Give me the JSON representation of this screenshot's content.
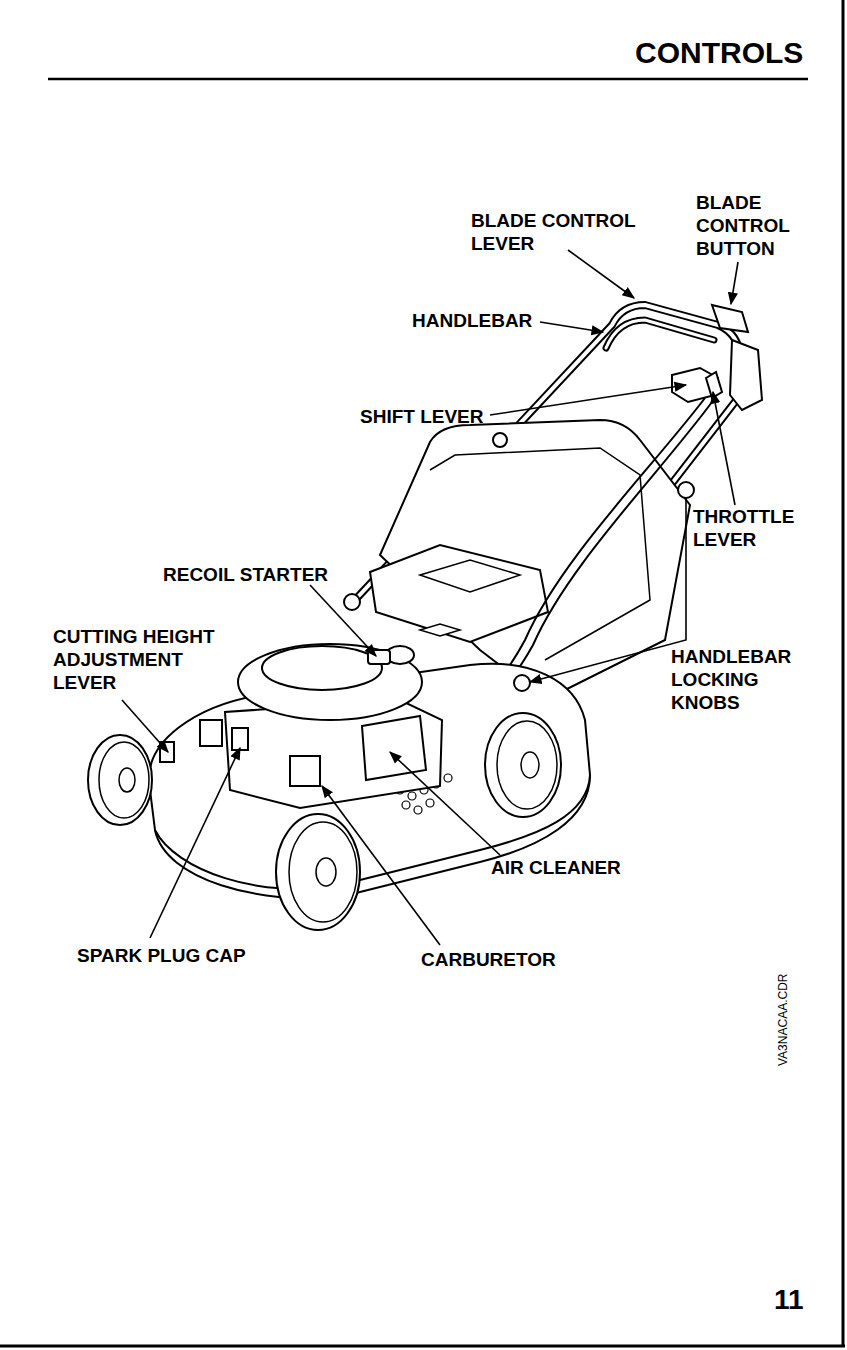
{
  "diagram": {
    "title": "CONTROLS",
    "labels": [
      "BLADE CONTROL LEVER",
      "BLADE CONTROL BUTTON",
      "HANDLEBAR",
      "SHIFT LEVER",
      "THROTTLE LEVER",
      "RECOIL STARTER",
      "CUTTING HEIGHT ADJUSTMENT LEVER",
      "HANDLEBAR LOCKING KNOBS",
      "AIR CLEANER",
      "SPARK PLUG CAP",
      "CARBURETOR",
      "VA3NACAA.CDR",
      "11"
    ]
  }
}
